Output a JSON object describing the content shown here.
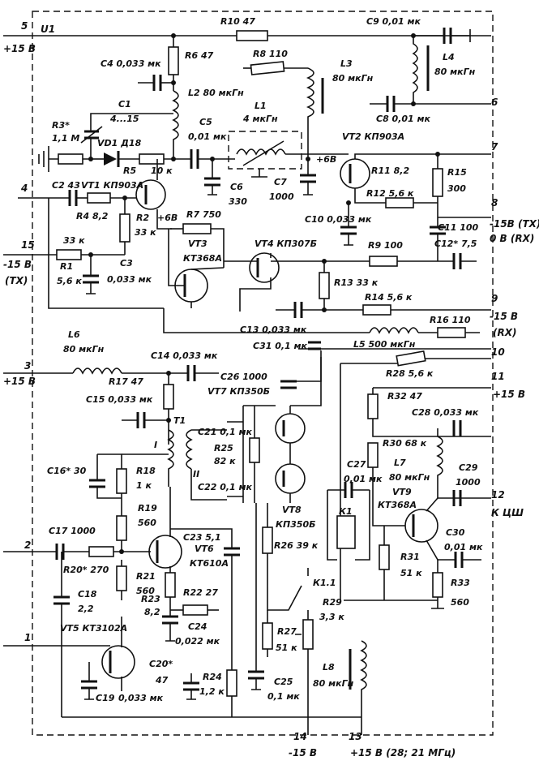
{
  "block_label": "U1",
  "pins": [
    {
      "id": "p5",
      "label": "5",
      "net": "+15 В"
    },
    {
      "id": "p6",
      "label": "6"
    },
    {
      "id": "p7",
      "label": "7"
    },
    {
      "id": "p8",
      "label": "8",
      "net": "-15В (TX)",
      "net2": "0 В (RX)"
    },
    {
      "id": "p4",
      "label": "4"
    },
    {
      "id": "p15",
      "label": "15",
      "net": "-15 В",
      "net2": "(TX)"
    },
    {
      "id": "p9",
      "label": "9",
      "net": "-15 В",
      "net2": "(RX)"
    },
    {
      "id": "p3",
      "label": "3",
      "net": "+15 В"
    },
    {
      "id": "p10",
      "label": "10"
    },
    {
      "id": "p11",
      "label": "11",
      "net": "+15 В"
    },
    {
      "id": "p12",
      "label": "12",
      "net": "К ЦШ"
    },
    {
      "id": "p2",
      "label": "2"
    },
    {
      "id": "p1",
      "label": "1"
    },
    {
      "id": "p14",
      "label": "14",
      "net": "-15 В"
    },
    {
      "id": "p13",
      "label": "13",
      "net": "+15 В (28; 21 МГц)"
    }
  ],
  "components": {
    "R10": "R10  47",
    "C9": "C9  0,01 мк",
    "C4": "C4  0,033 мк",
    "R6": "R6  47",
    "R8": "R8  110",
    "L3": "L3",
    "L3v": "80 мкГн",
    "L4": "L4",
    "L4v": "80 мкГн",
    "C1": "C1",
    "C1v": "4...15",
    "L2": "L2  80 мкГн",
    "L1": "L1",
    "L1v": "4 мкГн",
    "C8": "C8  0,01 мк",
    "R3": "R3*",
    "R3v": "1,1 М",
    "VD1": "VD1  Д18",
    "R5": "R5",
    "R5v": "10 к",
    "C5": "C5",
    "C5v": "0,01 мк",
    "VT2": "VT2  КП903А",
    "plus6V_a": "+6В",
    "R11": "R11  8,2",
    "R15": "R15",
    "R15v": "300",
    "C2": "C2  43",
    "VT1": "VT1  КП903А",
    "C6": "C6",
    "C6v": "330",
    "C7": "C7",
    "C7v": "1000",
    "R12": "R12  5,6 к",
    "R4": "R4  8,2",
    "R2": "R2",
    "R2v": "33 к",
    "plus6V_b": "+6В",
    "R7": "R7  750",
    "C10": "C10  0,033 мк",
    "C11": "C11  100",
    "C12": "C12*  7,5",
    "R1a": "33 к",
    "R1": "R1",
    "R1v": "5,6 к",
    "C3": "C3",
    "C3v": "0,033 мк",
    "VT3": "VT3",
    "VT3v": "КТ368А",
    "VT4": "VT4  КП307Б",
    "R9": "R9  100",
    "R13": "R13  33 к",
    "R14": "R14  5,6 к",
    "R16": "R16  110",
    "C13": "C13  0,033 мк",
    "L6": "L6",
    "L6v": "80 мкГн",
    "C31": "C31  0,1 мк",
    "L5": "L5  500 мкГн",
    "C14": "C14  0,033 мк",
    "R17": "R17  47",
    "C26": "C26  1000",
    "R28": "R28  5,6 к",
    "C15": "C15  0,033 мк",
    "VT7": "VT7  КП350Б",
    "R32": "R32  47",
    "C28": "C28  0,033 мк",
    "T1": "T1",
    "C21": "C21  0,1 мк",
    "R25": "R25",
    "R25v": "82 к",
    "wI": "I",
    "wII": "II",
    "C16": "C16*  30",
    "R18": "R18",
    "R18v": "1 к",
    "C22": "C22  0,1 мк",
    "R30": "R30  68 к",
    "C27": "C27",
    "C27v": "0,01 мк",
    "L7": "L7",
    "L7v": "80 мкГн",
    "C29": "C29",
    "C29v": "1000",
    "VT9": "VT9",
    "VT9v": "КТ368А",
    "VT8": "VT8",
    "R19": "R19",
    "R19v": "560",
    "K1": "К1",
    "VT8v": "КП350Б",
    "C17": "C17  1000",
    "C23": "C23  5,1",
    "VT6": "VT6",
    "VT6v": "КТ610А",
    "R26": "R26  39 к",
    "C30": "C30",
    "C30v": "0,01 мк",
    "R20": "R20*  270",
    "R21": "R21",
    "R21v": "560",
    "R31": "R31",
    "R31v": "51 к",
    "R33": "R33",
    "R33v": "560",
    "K11": "К1.1",
    "C18": "C18",
    "C18v": "2,2",
    "R22": "R22  27",
    "R23": "R23",
    "R23v": "8,2",
    "R29": "R29",
    "R29v": "3,3 к",
    "C24": "C24",
    "C24v": "0,022 мк",
    "R27": "R27",
    "R27v": "51 к",
    "VT5": "VT5  КТ3102А",
    "C20": "C20*",
    "C20v": "47",
    "L8": "L8",
    "L8v": "80 мкГн",
    "R24": "R24",
    "R24v": "1,2 к",
    "C25": "C25",
    "C25v": "0,1 мк",
    "C19": "C19",
    "C19v": "0,033 мк"
  }
}
